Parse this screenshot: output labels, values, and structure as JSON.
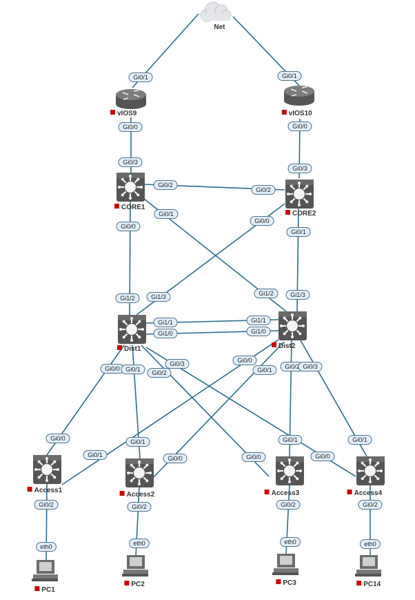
{
  "topology": {
    "nodes": [
      {
        "id": "net",
        "name": "Net",
        "type": "cloud",
        "status_color": ""
      },
      {
        "id": "vios9",
        "name": "vIOS9",
        "type": "router",
        "status_color": "#cc0000"
      },
      {
        "id": "vios10",
        "name": "vIOS10",
        "type": "router",
        "status_color": "#cc0000"
      },
      {
        "id": "core1",
        "name": "CORE1",
        "type": "switch",
        "status_color": "#cc0000"
      },
      {
        "id": "core2",
        "name": "CORE2",
        "type": "switch",
        "status_color": "#cc0000"
      },
      {
        "id": "dist1",
        "name": "Dist1",
        "type": "switch",
        "status_color": "#cc0000"
      },
      {
        "id": "dist2",
        "name": "Dist2",
        "type": "switch",
        "status_color": "#cc0000"
      },
      {
        "id": "access1",
        "name": "Access1",
        "type": "switch",
        "status_color": "#cc0000"
      },
      {
        "id": "access2",
        "name": "Access2",
        "type": "switch",
        "status_color": "#cc0000"
      },
      {
        "id": "access3",
        "name": "Access3",
        "type": "switch",
        "status_color": "#cc0000"
      },
      {
        "id": "access4",
        "name": "Access4",
        "type": "switch",
        "status_color": "#cc0000"
      },
      {
        "id": "pc1",
        "name": "PC1",
        "type": "pc",
        "status_color": "#cc0000"
      },
      {
        "id": "pc2",
        "name": "PC2",
        "type": "pc",
        "status_color": "#cc0000"
      },
      {
        "id": "pc3",
        "name": "PC3",
        "type": "pc",
        "status_color": "#cc0000"
      },
      {
        "id": "pc14",
        "name": "PC14",
        "type": "pc",
        "status_color": "#cc0000"
      }
    ],
    "links": [
      {
        "a": "net",
        "a_if": "",
        "b": "vios9",
        "b_if": "Gi0/1"
      },
      {
        "a": "net",
        "a_if": "",
        "b": "vios10",
        "b_if": "Gi0/1"
      },
      {
        "a": "vios9",
        "a_if": "Gi0/0",
        "b": "core1",
        "b_if": "Gi0/3"
      },
      {
        "a": "vios10",
        "a_if": "Gi0/0",
        "b": "core2",
        "b_if": "Gi0/3"
      },
      {
        "a": "core1",
        "a_if": "Gi0/2",
        "b": "core2",
        "b_if": "Gi0/2"
      },
      {
        "a": "core1",
        "a_if": "Gi0/1",
        "b": "dist2",
        "b_if": "Gi1/2"
      },
      {
        "a": "core1",
        "a_if": "Gi0/0",
        "b": "dist1",
        "b_if": "Gi1/2"
      },
      {
        "a": "core2",
        "a_if": "Gi0/0",
        "b": "dist1",
        "b_if": "Gi1/3"
      },
      {
        "a": "core2",
        "a_if": "Gi0/1",
        "b": "dist2",
        "b_if": "Gi1/3"
      },
      {
        "a": "dist1",
        "a_if": "Gi1/1",
        "b": "dist2",
        "b_if": "Gi1/1"
      },
      {
        "a": "dist1",
        "a_if": "Gi1/0",
        "b": "dist2",
        "b_if": "Gi1/0"
      },
      {
        "a": "dist1",
        "a_if": "Gi0/0",
        "b": "access1",
        "b_if": "Gi0/0"
      },
      {
        "a": "dist1",
        "a_if": "Gi0/1",
        "b": "access2",
        "b_if": "Gi0/1"
      },
      {
        "a": "dist1",
        "a_if": "Gi0/2",
        "b": "access3",
        "b_if": "Gi0/0"
      },
      {
        "a": "dist1",
        "a_if": "Gi0/3",
        "b": "access4",
        "b_if": "Gi0/0"
      },
      {
        "a": "dist2",
        "a_if": "Gi0/0",
        "b": "access1",
        "b_if": "Gi0/1"
      },
      {
        "a": "dist2",
        "a_if": "Gi0/1",
        "b": "access2",
        "b_if": "Gi0/0"
      },
      {
        "a": "dist2",
        "a_if": "Gi0/2",
        "b": "access3",
        "b_if": "Gi0/1"
      },
      {
        "a": "dist2",
        "a_if": "Gi0/3",
        "b": "access4",
        "b_if": "Gi0/1"
      },
      {
        "a": "access1",
        "a_if": "Gi0/2",
        "b": "pc1",
        "b_if": "eth0"
      },
      {
        "a": "access2",
        "a_if": "Gi0/2",
        "b": "pc2",
        "b_if": "eth0"
      },
      {
        "a": "access3",
        "a_if": "Gi0/2",
        "b": "pc3",
        "b_if": "eth0"
      },
      {
        "a": "access4",
        "a_if": "Gi0/2",
        "b": "pc14",
        "b_if": "eth0"
      }
    ]
  },
  "colors": {
    "link": "#2a6c8c",
    "pill_fill": "#e3f0fb",
    "device": "#5a5a5a",
    "status": "#cc0000"
  }
}
